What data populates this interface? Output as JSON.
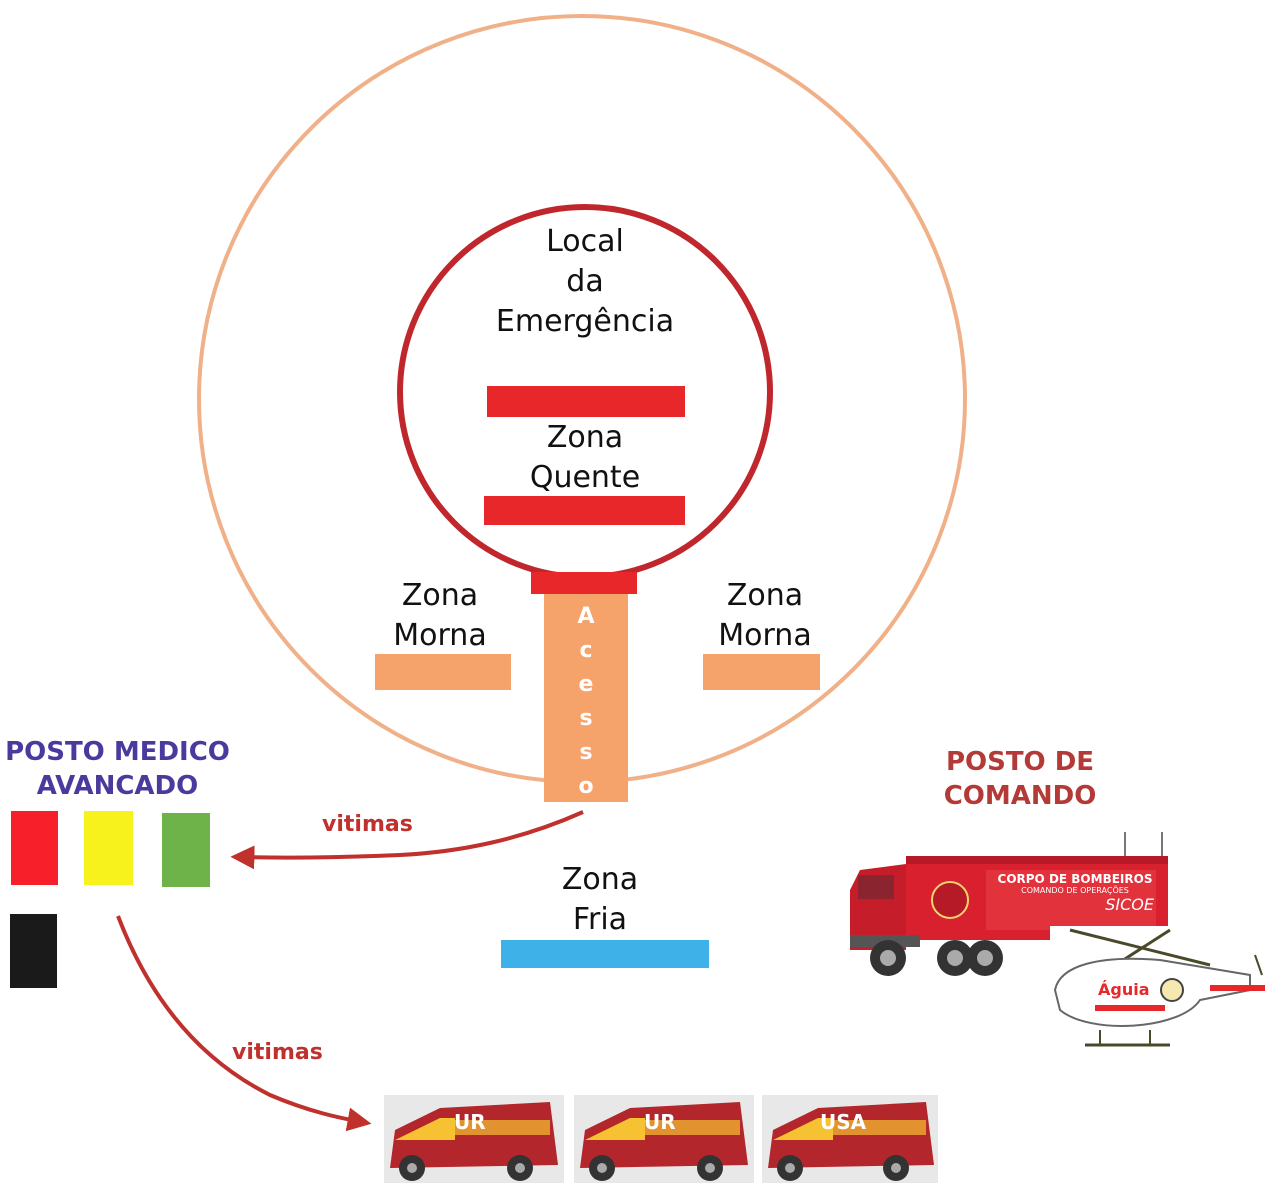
{
  "colors": {
    "hot": "#e8272b",
    "hot_ring": "#c0272d",
    "warm": "#f5a26b",
    "warm_ring": "#f0b088",
    "cold": "#3db1e8",
    "arrow": "#c0302c",
    "medic_title": "#4b3a9e",
    "command_title": "#b33a36",
    "triage_red": "#f7202a",
    "triage_yellow": "#f7f21b",
    "triage_green": "#6db34a",
    "triage_black": "#1a1a1a"
  },
  "diagram": {
    "local_line1": "Local",
    "local_line2": "da",
    "local_line3": "Emergência",
    "hot_zone_line1": "Zona",
    "hot_zone_line2": "Quente",
    "warm_left_line1": "Zona",
    "warm_left_line2": "Morna",
    "warm_right_line1": "Zona",
    "warm_right_line2": "Morna",
    "access_letters": [
      "A",
      "c",
      "e",
      "s",
      "s",
      "o"
    ],
    "cold_zone_line1": "Zona",
    "cold_zone_line2": "Fria",
    "victims_arrow_1": "vitimas",
    "victims_arrow_2": "vitimas"
  },
  "medical_post": {
    "title_line1": "POSTO MEDICO",
    "title_line2": "AVANCADO",
    "triage_colors": [
      "red",
      "yellow",
      "green",
      "black"
    ]
  },
  "command_post": {
    "title_line1": "POSTO DE",
    "title_line2": "COMANDO",
    "truck_text_line1": "CORPO DE BOMBEIROS",
    "truck_text_line2": "COMANDO DE OPERAÇÕES",
    "truck_text_line3": "SICOE",
    "helicopter_label": "Águia"
  },
  "ambulances": [
    {
      "label": "UR"
    },
    {
      "label": "UR"
    },
    {
      "label": "USA"
    }
  ]
}
